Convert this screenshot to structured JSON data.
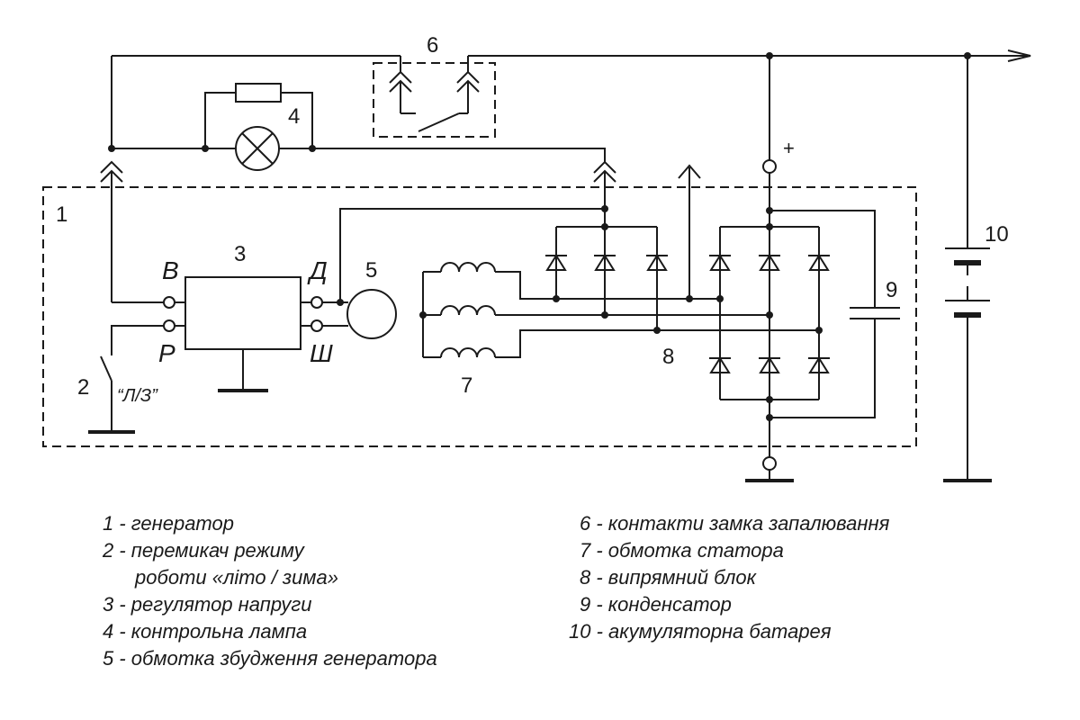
{
  "labels": {
    "gen": "1",
    "switch": "2",
    "switch_mode": "“Л/З”",
    "regulator": "3",
    "lamp": "4",
    "field_coil": "5",
    "ignition": "6",
    "stator": "7",
    "rectifier": "8",
    "capacitor": "9",
    "battery": "10",
    "term_b": "В",
    "term_r": "Р",
    "term_d": "Д",
    "term_sh": "Ш",
    "plus": "+"
  },
  "legend_left": [
    "1 - генератор",
    "2 - перемикач режиму",
    "роботи «літо / зима»",
    "3 - регулятор напруги",
    "4 - контрольна лампа",
    "5 - обмотка збудження генератора"
  ],
  "legend_right": [
    "6 - контакти замка запалювання",
    "7 - обмотка статора",
    "8 - випрямний блок",
    "9 - конденсатор",
    "10 - акумуляторна батарея"
  ]
}
